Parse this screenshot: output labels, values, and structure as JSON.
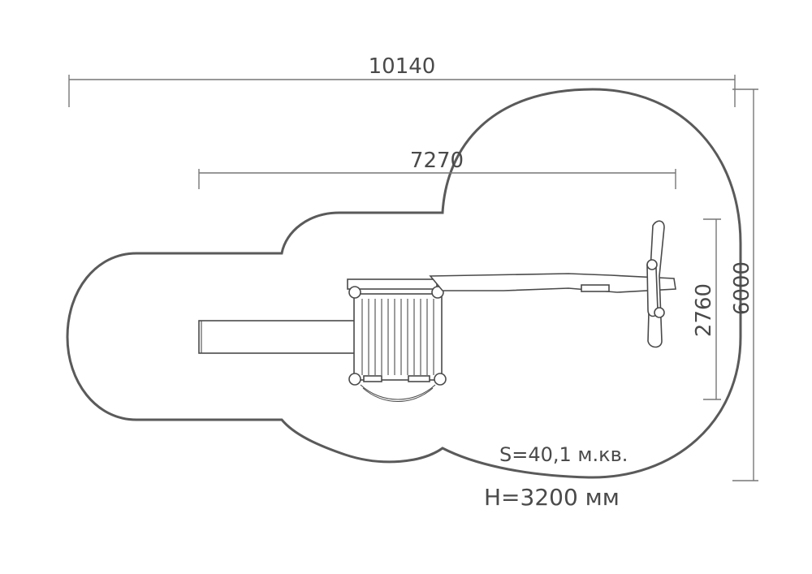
{
  "dimensions": {
    "total_length": "10140",
    "equipment_length": "7270",
    "total_width": "6000",
    "equipment_width": "2760"
  },
  "notes": {
    "area": "S=40,1 м.кв.",
    "height": "H=3200 мм"
  },
  "colors": {
    "line": "#5a5a5a",
    "text": "#4a4a4a",
    "background": "#ffffff"
  }
}
